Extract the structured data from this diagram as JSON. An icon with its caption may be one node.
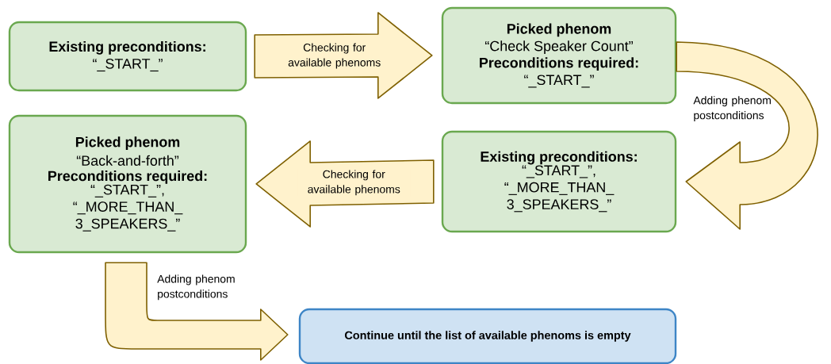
{
  "diagram": {
    "nodes": [
      {
        "text": [
          "Existing preconditions:",
          "“_START_”"
        ]
      },
      {
        "text": [
          "Picked phenom",
          "“Check Speaker Count”",
          "Preconditions required:",
          "“_START_”"
        ]
      },
      {
        "text": [
          "Existing preconditions:",
          "“_START_”, “_MORE_THAN_ 3_SPEAKERS_”"
        ]
      },
      {
        "text": [
          "Picked phenom",
          "“Back-and-forth”",
          "Preconditions required:",
          "“_START_”, “_MORE_THAN_ 3_SPEAKERS_”"
        ]
      },
      {
        "text": [
          "Continue until the list of available phenoms is empty"
        ]
      }
    ],
    "edges": [
      {
        "from": 0,
        "to": 1,
        "arrow": "to",
        "label": "Checking for available phenoms"
      },
      {
        "from": 1,
        "to": 2,
        "arrow": "to",
        "label": "Adding phenom postconditions"
      },
      {
        "from": 2,
        "to": 3,
        "arrow": "to",
        "label": "Checking for available phenoms"
      },
      {
        "from": 3,
        "to": 4,
        "arrow": "to",
        "label": "Adding phenom postconditions"
      }
    ]
  }
}
